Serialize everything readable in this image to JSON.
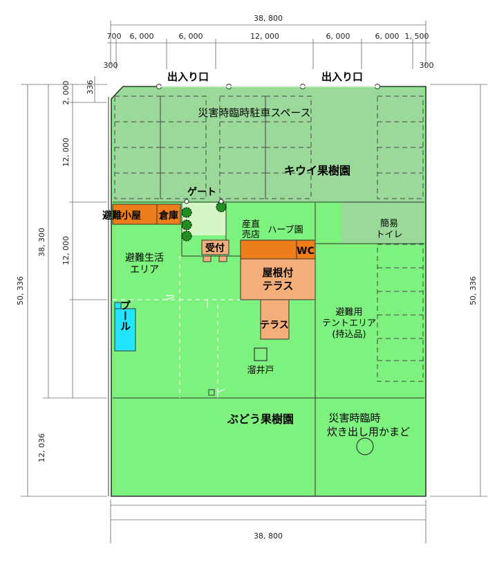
{
  "dimensions": {
    "top_total": "38, 800",
    "top_segments": [
      "700",
      "6, 000",
      "6, 000",
      "12, 000",
      "6, 000",
      "6, 000",
      "1, 500"
    ],
    "top_offset_left": "300",
    "top_offset_right": "300",
    "bottom_total": "38, 800",
    "left_outer": "50, 336",
    "left_mid": "38, 300",
    "left_segments": [
      "336",
      "2, 000",
      "12, 000",
      "12, 000",
      "12, 036"
    ],
    "right_outer": "50, 336"
  },
  "entrances": [
    "出入り口",
    "出入り口"
  ],
  "zones": {
    "parking": "災害時臨時駐車スペース",
    "kiwi": "キウイ果樹園",
    "gate": "ゲート",
    "hut": "避難小屋",
    "storage": "倉庫",
    "shop_line1": "産直",
    "shop_line2": "売店",
    "herb": "ハーブ園",
    "toilet_line1": "簡易",
    "toilet_line2": "トイレ",
    "reception": "受付",
    "wc": "WC",
    "living_line1": "避難生活",
    "living_line2": "エリア",
    "roof_terrace_line1": "屋根付",
    "roof_terrace_line2": "テラス",
    "terrace": "テラス",
    "tent_line1": "避難用",
    "tent_line2": "テントエリア",
    "tent_line3": "(持込品)",
    "pool": "プール",
    "well": "溜井戸",
    "grape": "ぶどう果樹園",
    "kitchen_line1": "災害時臨時",
    "kitchen_line2": "炊き出し用かまど"
  },
  "colors": {
    "field": "#7ef27e",
    "parking": "#9bd99b",
    "hut": "#ee7e1a",
    "terrace": "#f3ae7a",
    "pool": "#22e6ff",
    "gate_area": "#d5f7c6",
    "tree": "#1f8f1f"
  }
}
